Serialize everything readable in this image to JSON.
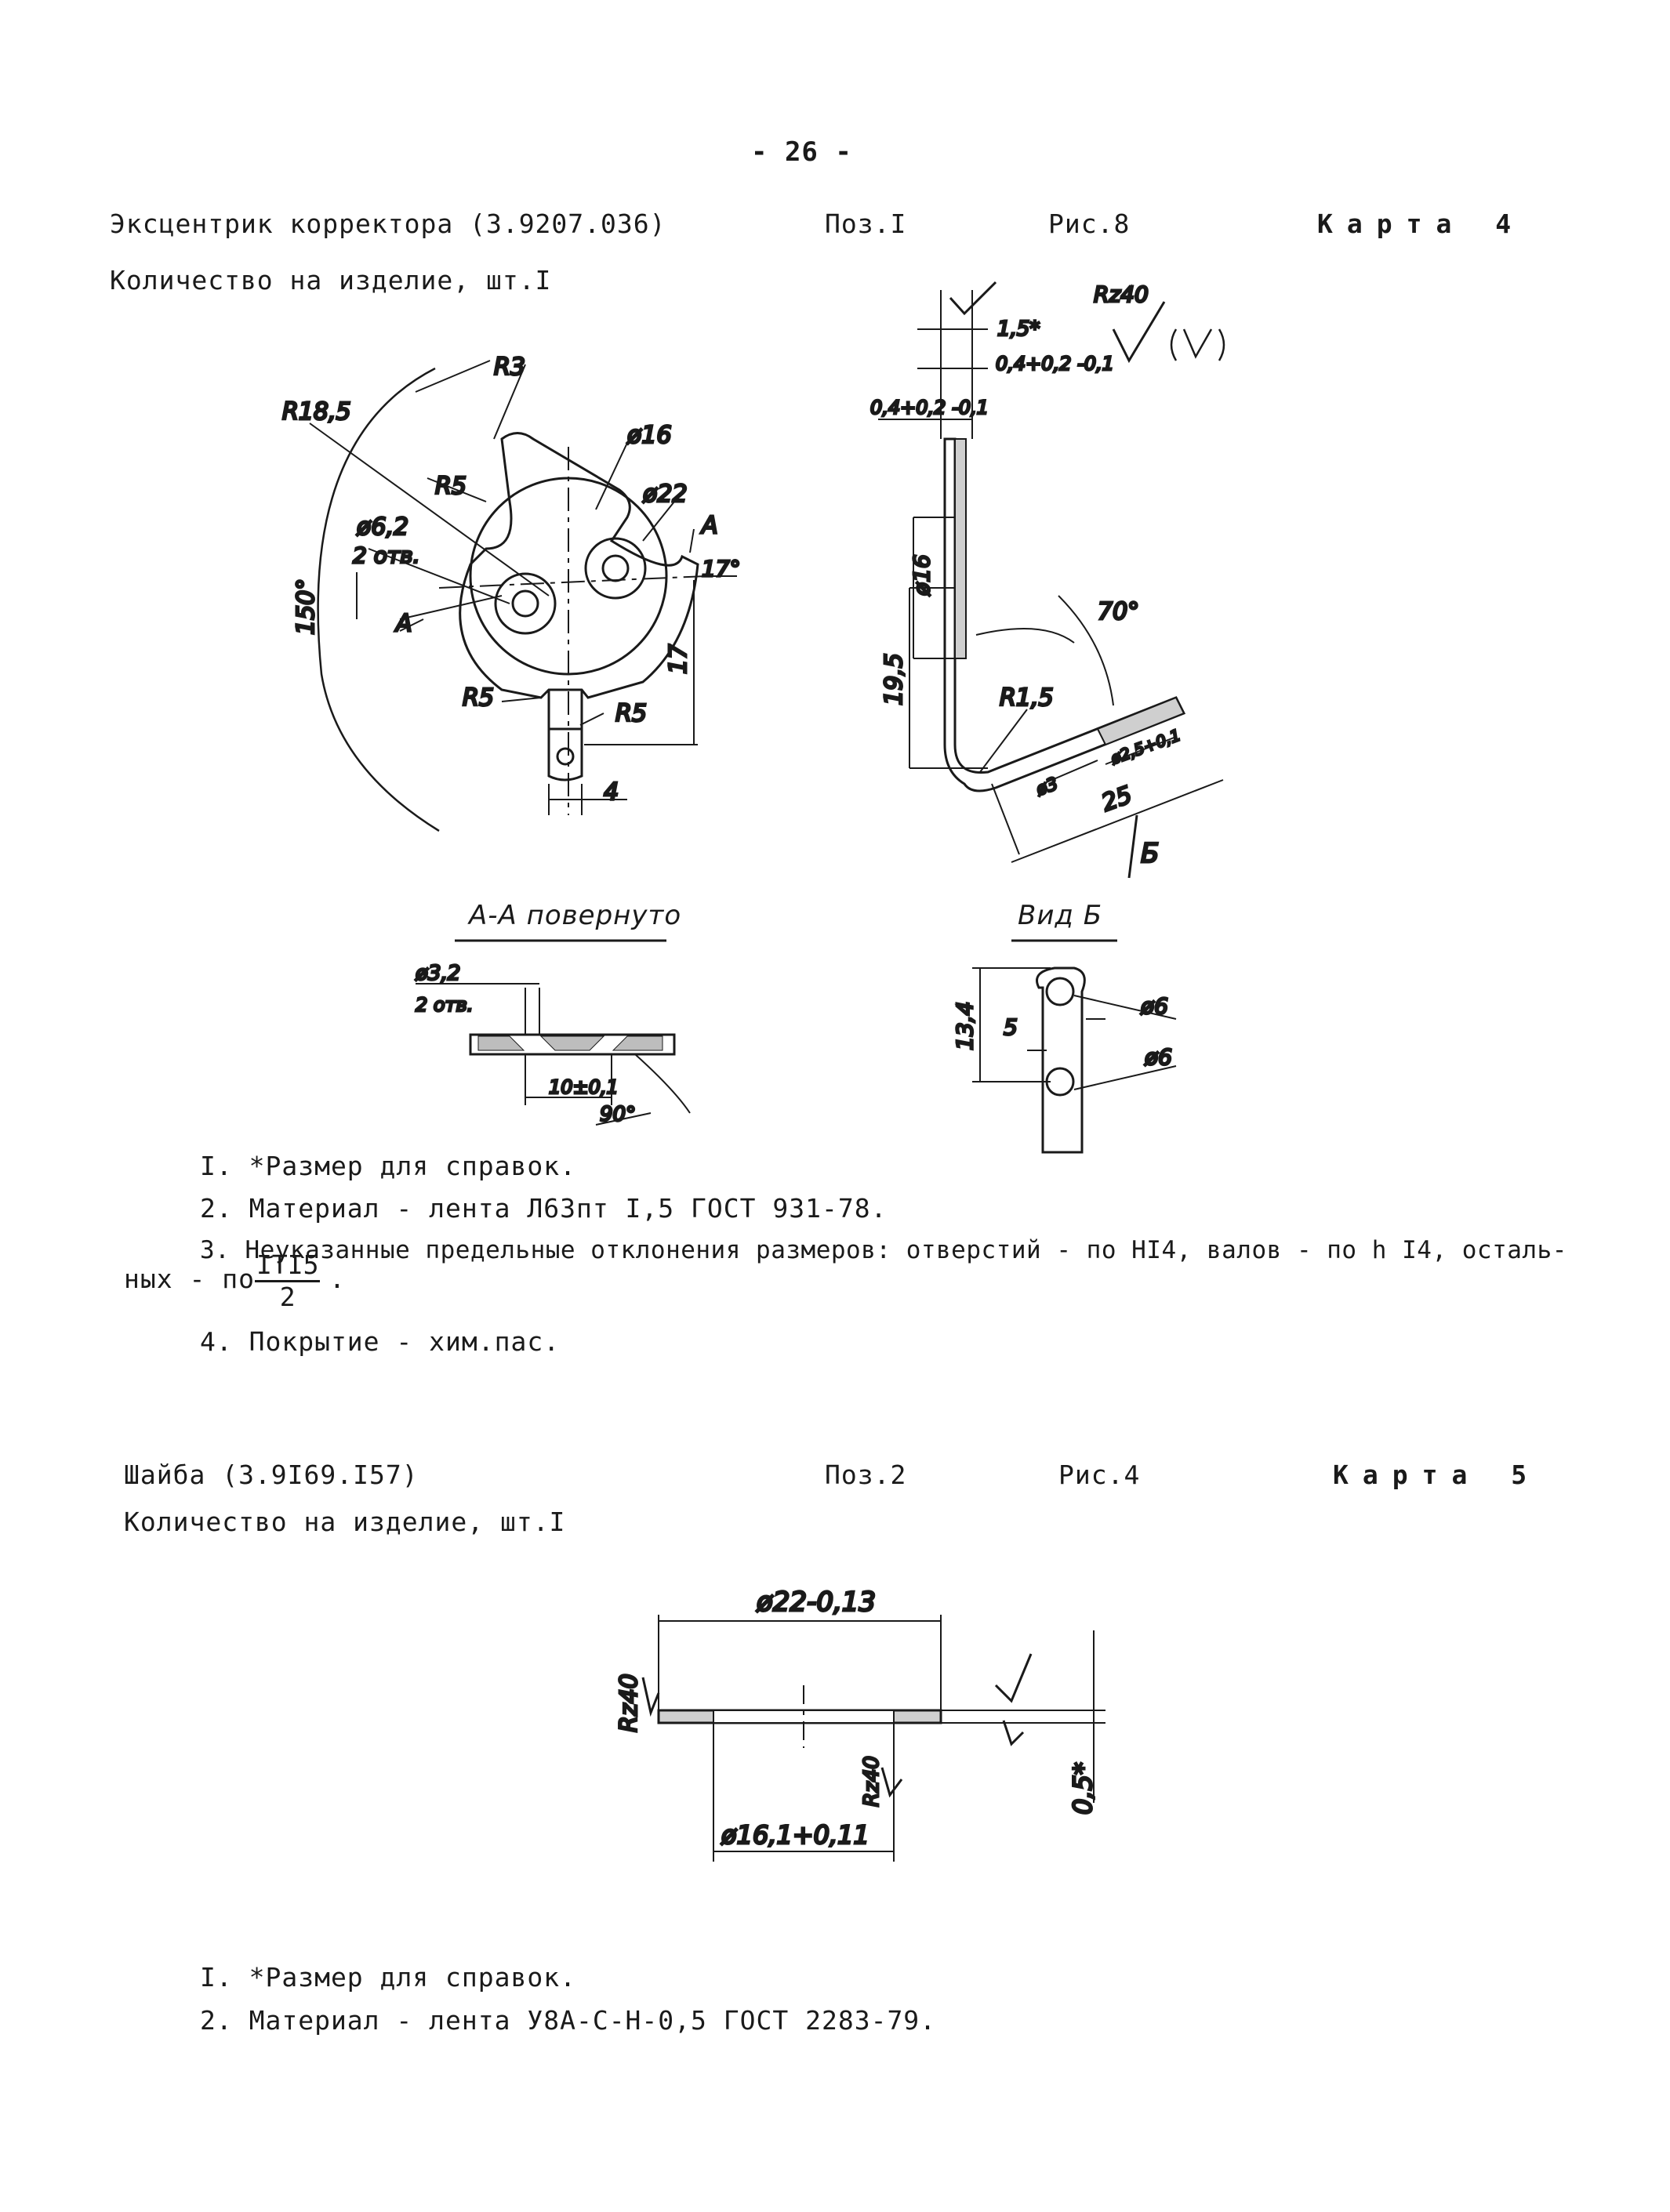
{
  "page_number": "- 26 -",
  "card4": {
    "title": "Эксцентрик корректора (3.9207.036)",
    "pos": "Поз.I",
    "fig": "Рис.8",
    "card": "Карта 4",
    "quantity": "Количество на изделие, шт.I",
    "drawing_labels": {
      "r3": "R3",
      "r185": "R18,5",
      "r5_top": "R5",
      "d16": "ø16",
      "d22": "ø22",
      "d62": "ø6,2",
      "holes2": "2 отв.",
      "a_right": "A",
      "a_left": "A",
      "ang17": "17°",
      "ang150": "150°",
      "dim17": "17",
      "r5_left": "R5",
      "r5_right": "R5",
      "dim4": "4",
      "rz40": "Rz40",
      "dim15": "1,5*",
      "tol04a": "0,4+0,2 -0,1",
      "tol04b": "0,4+0,2 -0,1",
      "d16v": "ø16",
      "dim195": "19,5",
      "ang70": "70°",
      "r15": "R1,5",
      "d3": "ø3",
      "d25": "ø2,5+0,1",
      "dim25": "25",
      "view_b_arrow": "Б"
    },
    "section_aa": "А-А повернуто",
    "view_b": "Вид Б",
    "section_labels": {
      "d32": "ø3,2",
      "holes2": "2 отв.",
      "dim10": "10±0,1",
      "ang90": "90°"
    },
    "view_b_labels": {
      "dim134": "13,4",
      "dim5": "5",
      "d6a": "ø6",
      "d6b": "ø6"
    },
    "notes": [
      "I. *Размер для справок.",
      "2. Материал - лента Л63пт I,5 ГОСТ 931-78.",
      "3. Неуказанные предельные отклонения размеров: отверстий - по HI4, валов - по h I4, осталь-",
      "ных - по",
      "4. Покрытие - хим.пас."
    ],
    "fraction": {
      "numerator": "IТI5",
      "denominator": "2",
      "suffix": "."
    }
  },
  "card5": {
    "title": "Шайба (3.9I69.I57)",
    "pos": "Поз.2",
    "fig": "Рис.4",
    "card": "Карта 5",
    "quantity": "Количество на изделие, шт.I",
    "drawing_labels": {
      "d22": "ø22-0,13",
      "rz40_left": "Rz40",
      "rz40_mid": "Rz40",
      "d161": "ø16,1+0,11",
      "dim05": "0,5*"
    },
    "notes": [
      "I. *Размер для справок.",
      "2. Материал - лента У8А-С-Н-0,5 ГОСТ 2283-79."
    ]
  }
}
